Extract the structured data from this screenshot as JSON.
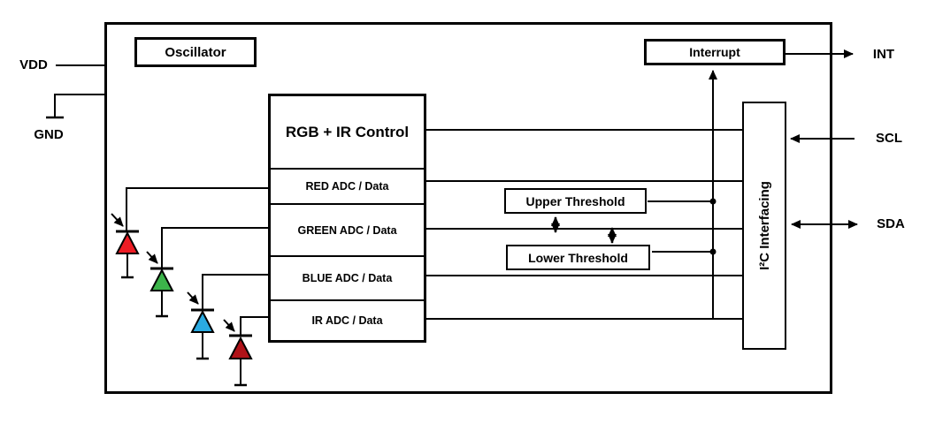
{
  "diagram": {
    "type": "sensor-block-diagram",
    "pins": {
      "vdd": "VDD",
      "gnd": "GND",
      "int": "INT",
      "scl": "SCL",
      "sda": "SDA"
    },
    "blocks": {
      "oscillator": "Oscillator",
      "control_title": "RGB + IR Control",
      "adc_rows": [
        "RED ADC / Data",
        "GREEN ADC / Data",
        "BLUE ADC / Data",
        "IR ADC / Data"
      ],
      "upper_threshold": "Upper Threshold",
      "lower_threshold": "Lower Threshold",
      "interrupt": "Interrupt",
      "i2c": "I²C Interfacing"
    },
    "photodiodes": [
      {
        "name": "red",
        "color": "#ed1c24"
      },
      {
        "name": "green",
        "color": "#3cb44a"
      },
      {
        "name": "blue",
        "color": "#2aabe2"
      },
      {
        "name": "ir",
        "color": "#b01218"
      }
    ],
    "colors": {
      "line": "#000000",
      "background": "#ffffff"
    }
  }
}
